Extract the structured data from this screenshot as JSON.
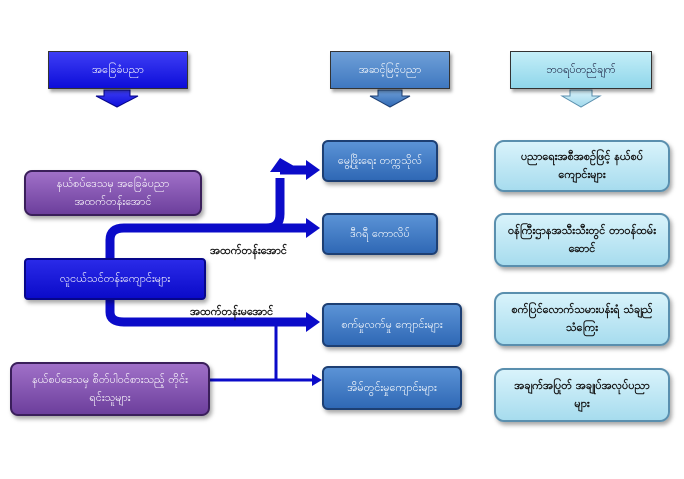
{
  "headers": {
    "foundation": "အခြေခံပညာ",
    "higher": "အဆင့်မြင့်ပညာ",
    "outcome": "ဘဝရပ်တည်ချက်"
  },
  "left": {
    "border_foundation": "နယ်စပ်ဒေသမှ အခြေခံပညာ အထက်တန်းအောင်",
    "vocational": "လူငယ်သင်တန်းကျောင်းများ",
    "ethnic_youth": "နယ်စပ်ဒေသမှ စိတ်ပါဝင်စားသည့် တိုင်းရင်းသူများ"
  },
  "connectors": {
    "passed": "အထက်တန်းအောင်",
    "not_passed": "အထက်တန်းမအောင်"
  },
  "middle": {
    "university": "မွေ့ဖြိုးရေး တက္ကသိုလ်",
    "degree_college": "ဒီဂရီ ကောလိပ်",
    "technical_school": "စက်မှုလက်မှု ကျောင်းများ",
    "domestic_school": "အိမ်တွင်းမှုကျောင်းများ"
  },
  "outcomes": {
    "education": "ပညာရေးအစီအစဉ်ဖြင့် နယ်စပ်ကျောင်းများ",
    "service": "ဝန်ကြီးဌာနအသီးသီးတွင် တာဝန်ထမ်းဆောင်",
    "self_reliance": "စက်ပြင်လောက်သမားပန်းရံ သံချည်သံကြေး",
    "livelihood": "အချက်အပြုတ် အချုပ်အလုပ်ပညာများ"
  },
  "colors": {
    "dark_blue": "#0d0dd9",
    "mid_blue": "#3f78c0",
    "light_blue": "#a7dcee",
    "purple": "#6c3f9c"
  }
}
